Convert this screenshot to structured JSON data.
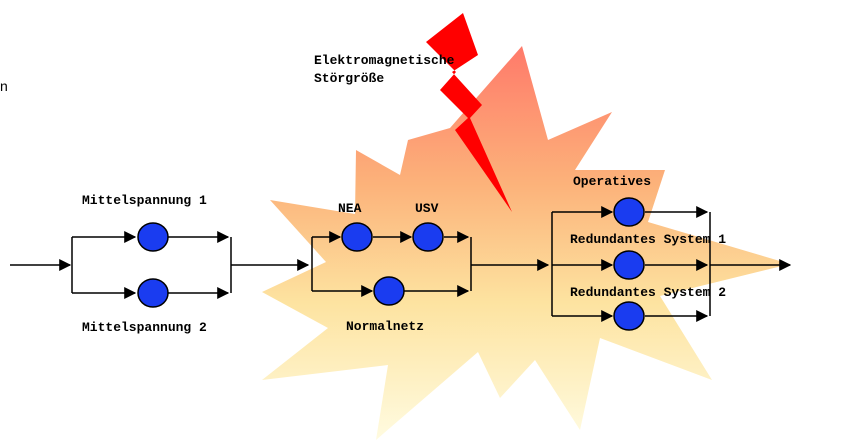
{
  "labels": {
    "emi_line1": "Elektromagnetische",
    "emi_line2": "Störgröße",
    "mittelspannung_1": "Mittelspannung 1",
    "mittelspannung_2": "Mittelspannung 2",
    "nea": "NEA",
    "usv": "USV",
    "normalnetz": "Normalnetz",
    "operatives": "Operatives",
    "redundantes_1": "Redundantes System 1",
    "redundantes_2": "Redundantes System 2",
    "edge_fragment": "n"
  },
  "colors": {
    "node_fill": "#1a3cf0",
    "node_stroke": "#000000",
    "line": "#000000",
    "bolt": "#ff0000",
    "burst_top": "#ff8a73",
    "burst_mid": "#fcc784",
    "burst_bottom": "#fff8cc"
  },
  "icons": {
    "burst": "explosion-burst-shape",
    "bolt": "lightning-bolt-icon"
  }
}
